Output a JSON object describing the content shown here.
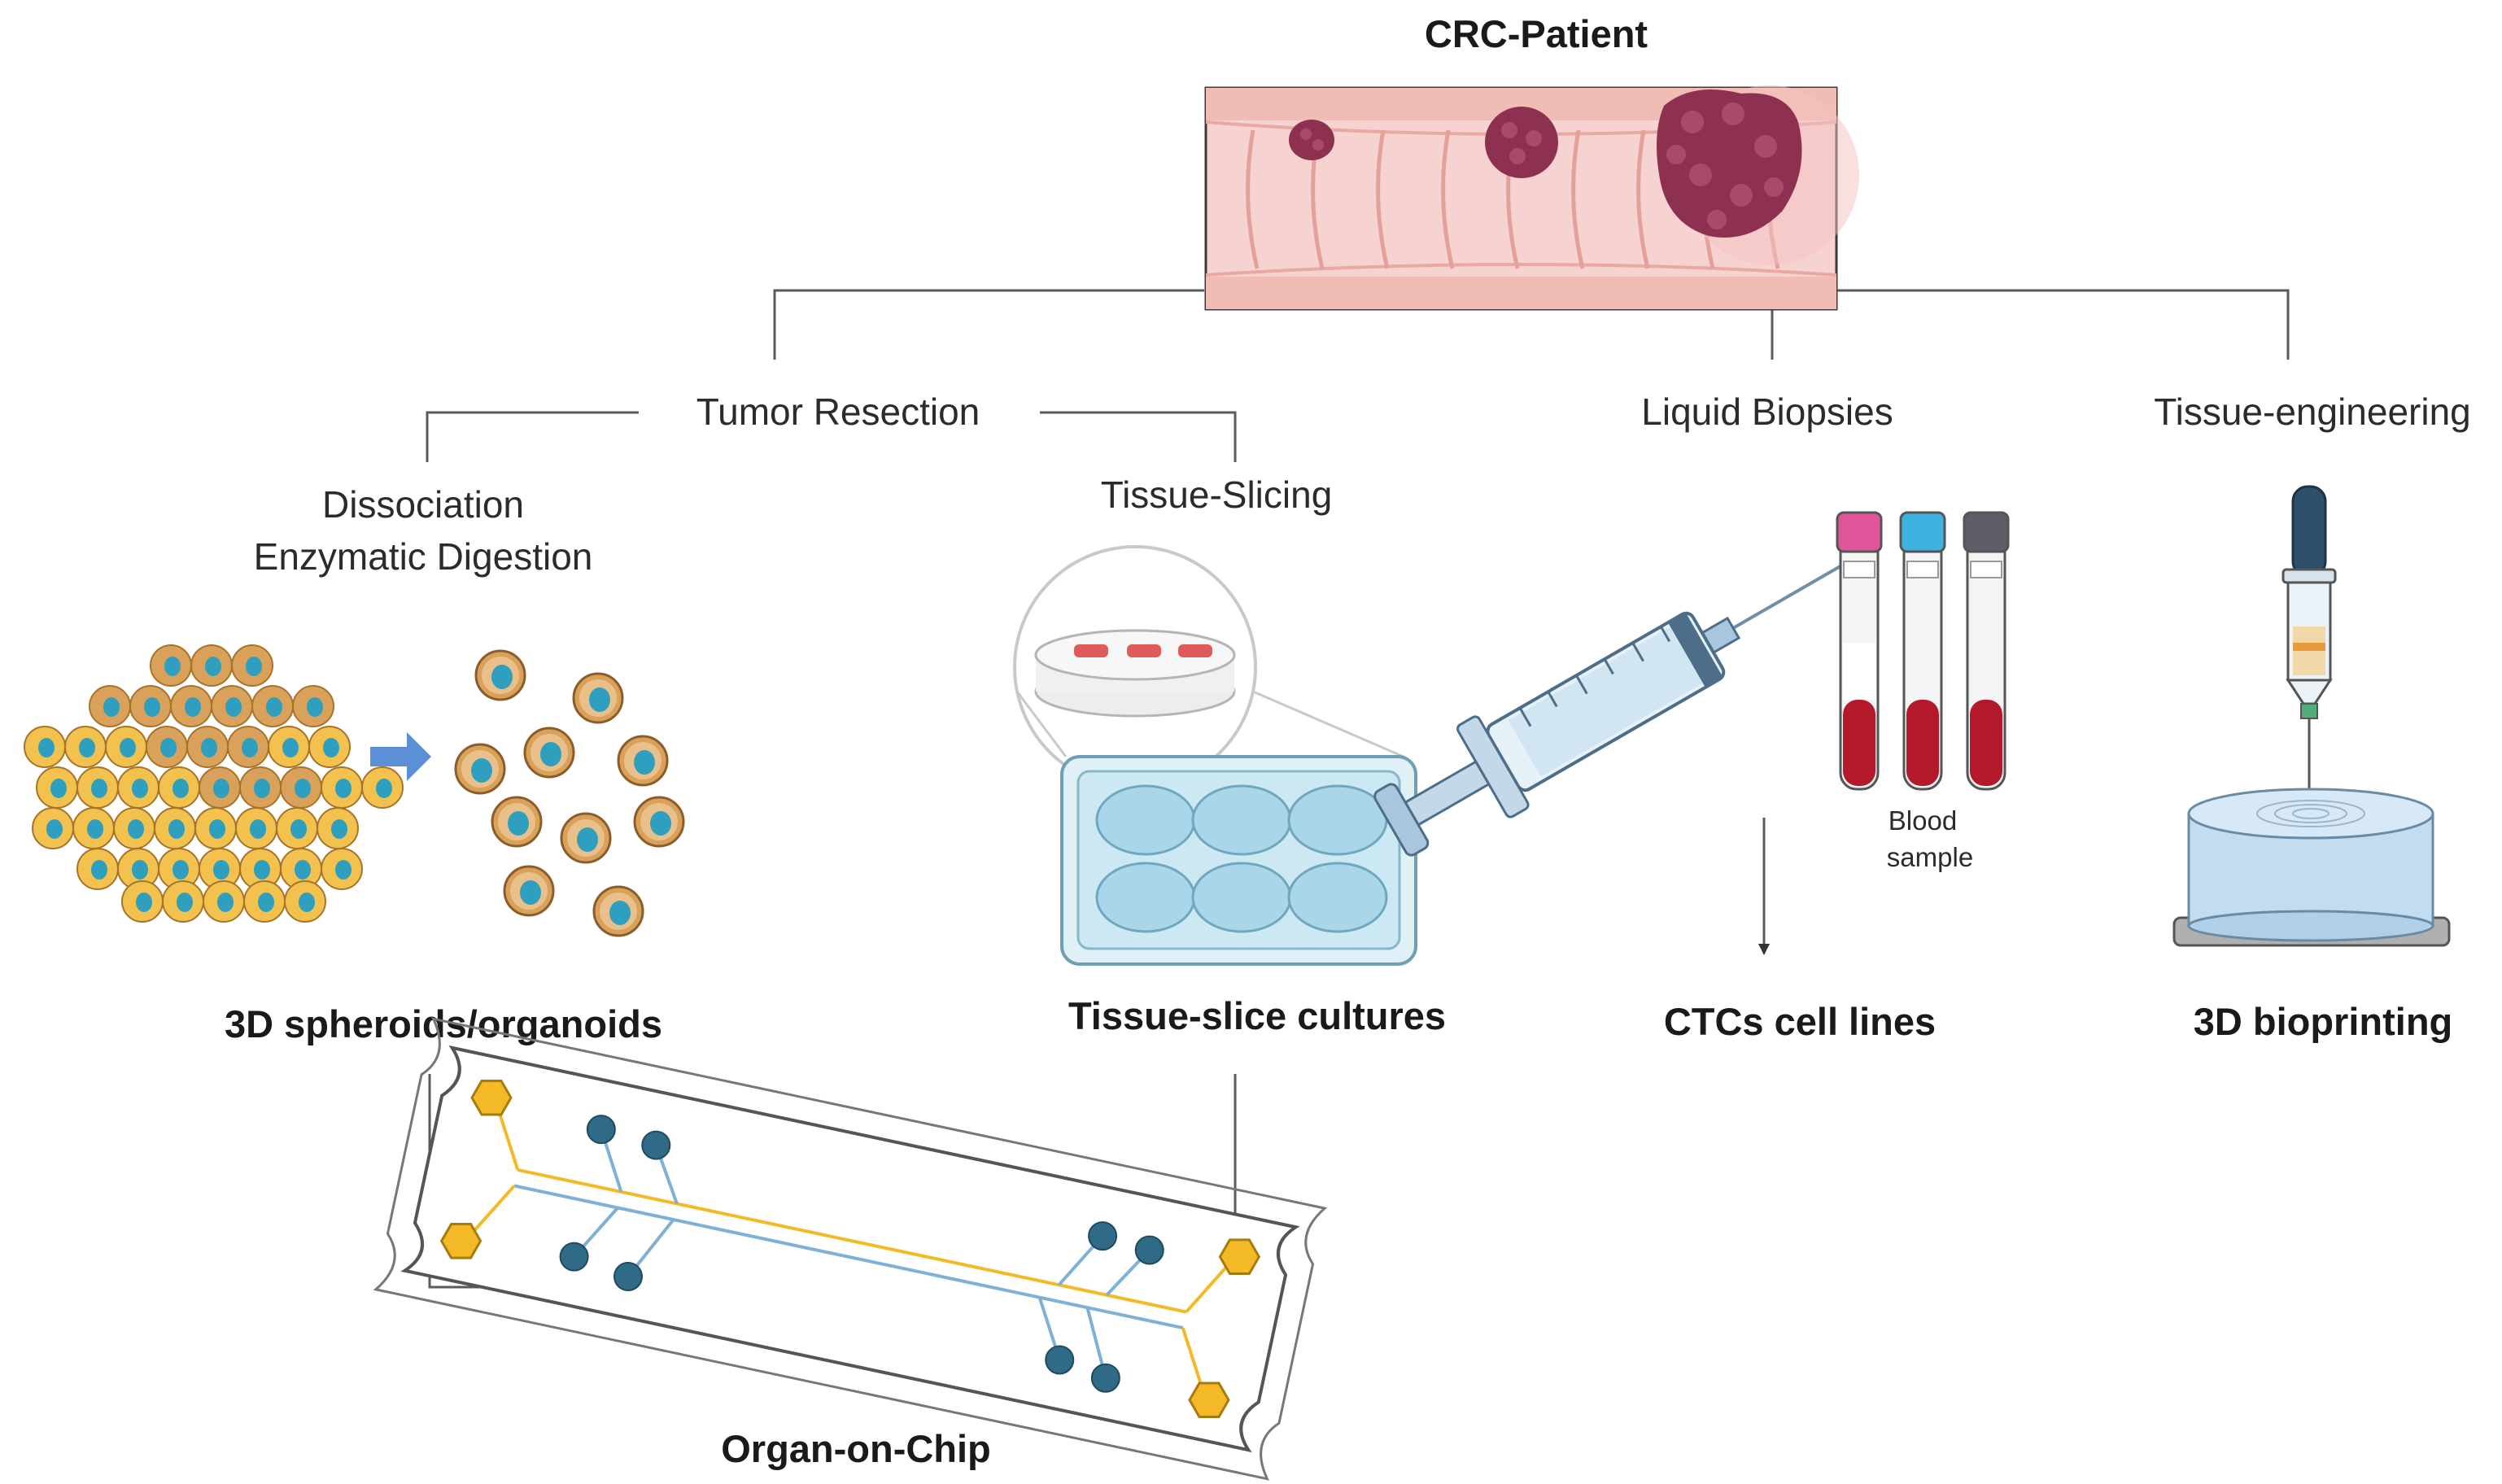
{
  "title": "CRC-Patient",
  "branches": {
    "tumor_resection": "Tumor Resection",
    "liquid_biopsies": "Liquid Biopsies",
    "tissue_engineering": "Tissue-engineering"
  },
  "methods": {
    "dissociation_line1": "Dissociation",
    "dissociation_line2": "Enzymatic Digestion",
    "tissue_slicing": "Tissue-Slicing"
  },
  "outcomes": {
    "spheroids": "3D spheroids/organoids",
    "slice_cultures": "Tissue-slice cultures",
    "ctc_lines": "CTCs cell lines",
    "bioprinting": "3D bioprinting",
    "organ_on_chip": "Organ-on-Chip"
  },
  "blood_label": {
    "line1": "Blood",
    "line2": "sample"
  },
  "icons": [
    "colon-tumor-icon",
    "cell-cluster-icon",
    "dissociated-cells-icon",
    "well-plate-icon",
    "syringe-icon",
    "blood-tubes-icon",
    "bioprinter-icon",
    "organ-chip-icon"
  ],
  "colors": {
    "cell_yellow": "#f2c14e",
    "nucleus_blue": "#2f9fc0",
    "tumor": "#8e3150",
    "colon_pink": "#f6d3d0",
    "blood": "#b3182b",
    "well_blue": "#bfe3f1",
    "arrow_blue": "#5b8fd6",
    "chip_yellow": "#f4b926",
    "chip_node": "#2f6a86"
  }
}
